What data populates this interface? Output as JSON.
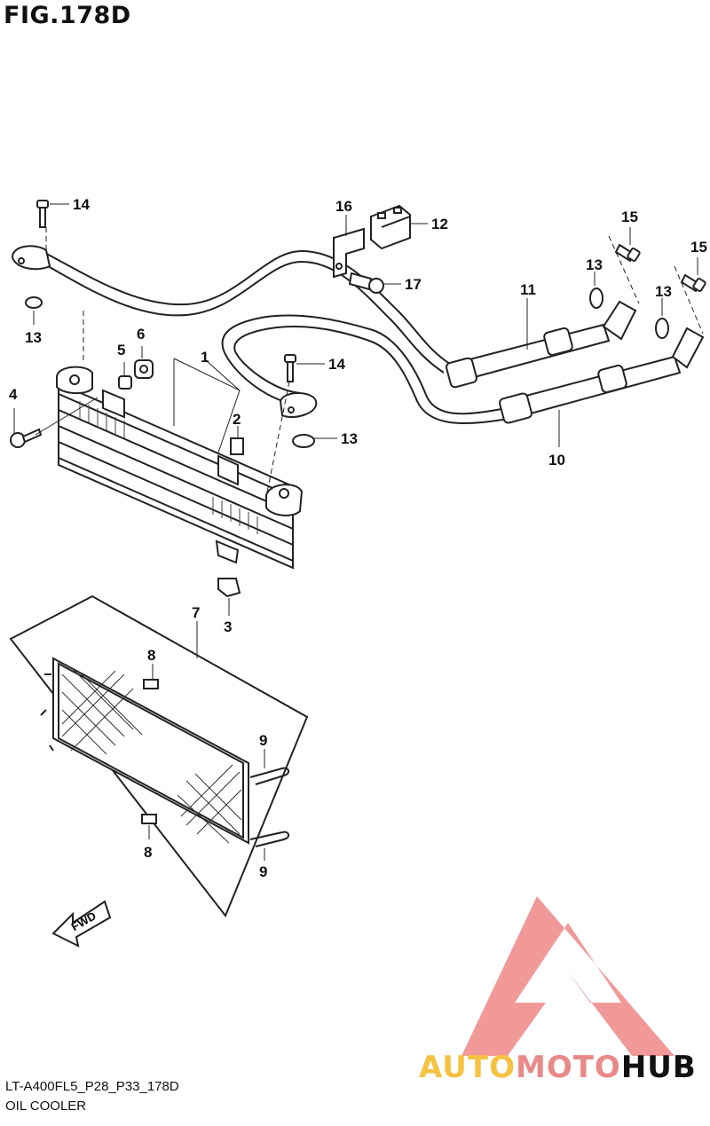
{
  "figure": {
    "title": "FIG.178D",
    "code": "LT-A400FL5_P28_P33_178D",
    "name": "OIL COOLER"
  },
  "direction_label": "FWD",
  "callouts": {
    "c1": "1",
    "c2": "2",
    "c3": "3",
    "c4": "4",
    "c5": "5",
    "c6": "6",
    "c7": "7",
    "c8a": "8",
    "c8b": "8",
    "c9a": "9",
    "c9b": "9",
    "c10": "10",
    "c11": "11",
    "c12": "12",
    "c13a": "13",
    "c13b": "13",
    "c13c": "13",
    "c13d": "13",
    "c14a": "14",
    "c14b": "14",
    "c15a": "15",
    "c15b": "15",
    "c16": "16",
    "c17": "17"
  },
  "watermark": {
    "word_auto": "AUTO",
    "word_moto": "MOTO",
    "word_hub": "HUB",
    "color_auto": "#f5c242",
    "color_moto": "#e98a8a",
    "color_hub": "#111111",
    "logo_color": "#ef8e8e"
  }
}
